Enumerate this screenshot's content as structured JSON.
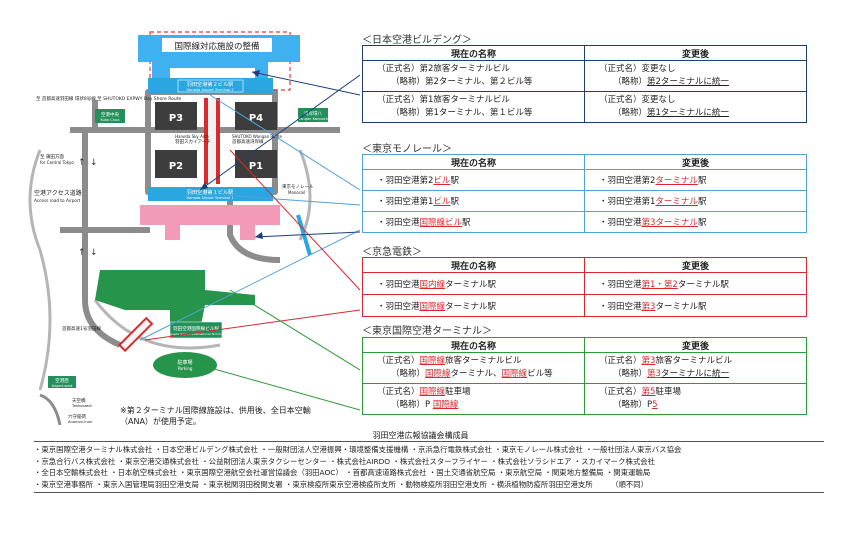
{
  "map": {
    "intl_expansion_label": "国際線対応施設の整備",
    "t2_top_label_ja": "羽田空港第２ビル駅",
    "t2_top_label_en": "Haneda Airport Terminal 2",
    "t1_label_ja": "羽田空港第１ビル駅",
    "t1_label_en": "Haneda Airport Terminal 1",
    "intl_station_label_ja": "羽田空港国際線ビル駅",
    "intl_station_label_en": "Haneda Airport International Terminal",
    "parking_labels": [
      "P3",
      "P4",
      "P2",
      "P1"
    ],
    "skyarch_ja": "羽田スカイアーチ",
    "skyarch_en": "Haneda Sky Arch",
    "shutoko_ja": "首都高速湾岸線",
    "shutoko_en": "SHUTOKO Wangan Route",
    "wangan_ja": "湾岸環八",
    "wangan_en": "Wangan Kanpachi",
    "kukochuo_ja": "空港中央",
    "kukochuo_en": "Kuko Chuo",
    "route_note_ja": "至 首都高速羽田線\n環状8号線\n至 SHUTOKO\nEXPWY\nBay Shore Route",
    "ota_ja": "至 蒲田方面",
    "ota_en": "for Central Tokyo",
    "access_road_ja": "空港アクセス道路",
    "access_road_en": "Access road to Airport",
    "monorail_ja": "東京モノレール",
    "monorail_en": "Monorail",
    "bridge_ja": "首都高速1号羽田線",
    "intl_bldg_ja": "羽田空港国際線ビル駅",
    "parking_ja": "駐車場",
    "parking_en": "Parking",
    "airport_west_ja": "空港西",
    "airport_west_en": "Airport-west",
    "tenkubashi_ja": "天空橋",
    "tenkubashi_en": "Tenkubashi",
    "anamori_ja": "穴守稲荷",
    "anamori_en": "Anamori-inari",
    "note": "※第２ターミナル国際線施設は、供用後、全日本空輸\n（ANA）が使用予定。"
  },
  "sections": [
    {
      "title": "＜日本空港ビルデング＞",
      "header_current": "現在の名称",
      "header_new": "変更後",
      "rows": [
        {
          "cur1": "（正式名）第2旅客ターミナルビル",
          "cur2": "（略称）第2ターミナル、第２ビル等",
          "new1": "（正式名）変更なし",
          "new2_pre": "（略称）",
          "new2_u": "第2ターミナルに統一"
        },
        {
          "cur1": "（正式名）第1旅客ターミナルビル",
          "cur2": "（略称）第1ターミナル、第１ビル等",
          "new1": "（正式名）変更なし",
          "new2_pre": "（略称）",
          "new2_u": "第1ターミナルに統一"
        }
      ]
    },
    {
      "title": "＜東京モノレール＞",
      "header_current": "現在の名称",
      "header_new": "変更後",
      "rows": [
        {
          "cur_pre": "・羽田空港第2",
          "cur_red": "ビル",
          "cur_post": "駅",
          "new_pre": "・羽田空港第2",
          "new_red": "ターミナル",
          "new_post": "駅"
        },
        {
          "cur_pre": "・羽田空港第1",
          "cur_red": "ビル",
          "cur_post": "駅",
          "new_pre": "・羽田空港第1",
          "new_red": "ターミナル",
          "new_post": "駅"
        },
        {
          "cur_pre": "・羽田空港",
          "cur_red": "国際線ビル",
          "cur_post": "駅",
          "new_pre": "・羽田空港",
          "new_red": "第3ターミナル",
          "new_post": "駅"
        }
      ]
    },
    {
      "title": "＜京急電鉄＞",
      "header_current": "現在の名称",
      "header_new": "変更後",
      "rows": [
        {
          "cur_pre": "・羽田空港",
          "cur_red": "国内線",
          "cur_post": "ターミナル駅",
          "new_pre": "・羽田空港",
          "new_red": "第1・第2",
          "new_post": "ターミナル駅"
        },
        {
          "cur_pre": "・羽田空港",
          "cur_red": "国際線",
          "cur_post": "ターミナル駅",
          "new_pre": "・羽田空港",
          "new_red": "第3",
          "new_post": "ターミナル駅"
        }
      ]
    },
    {
      "title": "＜東京国際空港ターミナル＞",
      "header_current": "現在の名称",
      "header_new": "変更後",
      "rows": [
        {
          "c1_pre": "（正式名）",
          "c1_red": "国際線",
          "c1_post": "旅客ターミナルビル",
          "c2_pre": "（略称）",
          "c2_red": "国際線",
          "c2_mid": "ターミナル、",
          "c2_red2": "国際線",
          "c2_post": "ビル等",
          "n1_pre": "（正式名）",
          "n1_red": "第3",
          "n1_post": "旅客ターミナルビル",
          "n2_pre": "（略称）",
          "n2_red": "第3",
          "n2_post": "ターミナルに統一"
        },
        {
          "c1_pre": "（正式名）",
          "c1_red": "国際線",
          "c1_post": "駐車場",
          "c2_pre": "（略称）P ",
          "c2_red": "国際線",
          "c2_mid": "",
          "c2_red2": "",
          "c2_post": "",
          "n1_pre": "（正式名）",
          "n1_red": "第5",
          "n1_post": "駐車場",
          "n2_pre": "（略称）P",
          "n2_red": "5",
          "n2_post": ""
        }
      ]
    }
  ],
  "council": {
    "title": "羽田空港広報協議会構成員",
    "lines": [
      "・東京国際空港ターミナル株式会社 ・日本空港ビルデング株式会社 ・一般財団法人空港振興・環境整備支援機構 ・京浜急行電鉄株式会社 ・東京モノレール株式会社 ・一般社団法人東京バス協会",
      "・京急合行バス株式会社 ・東京空港交通株式会社 ・公益財団法人東京タクシーセンター ・株式会社AIRDO ・株式会社スターフライヤー ・株式会社ソラシドエア ・スカイマーク株式会社",
      "・全日本空輸株式会社 ・日本航空株式会社 ・東京国際空港航空会社運営協議会（羽田AOC） ・首都高速道路株式会社 ・国土交通省航空局 ・東京航空局 ・関東地方整備局 ・関東運輸局",
      "・東京空港事務所 ・東京入国管理局羽田空港支局 ・東京税関羽田税関支署 ・東京検疫所東京空港検疫所支所 ・動物検疫所羽田空港支所 ・横浜植物防疫所羽田空港支所　　　（順不同）"
    ]
  }
}
